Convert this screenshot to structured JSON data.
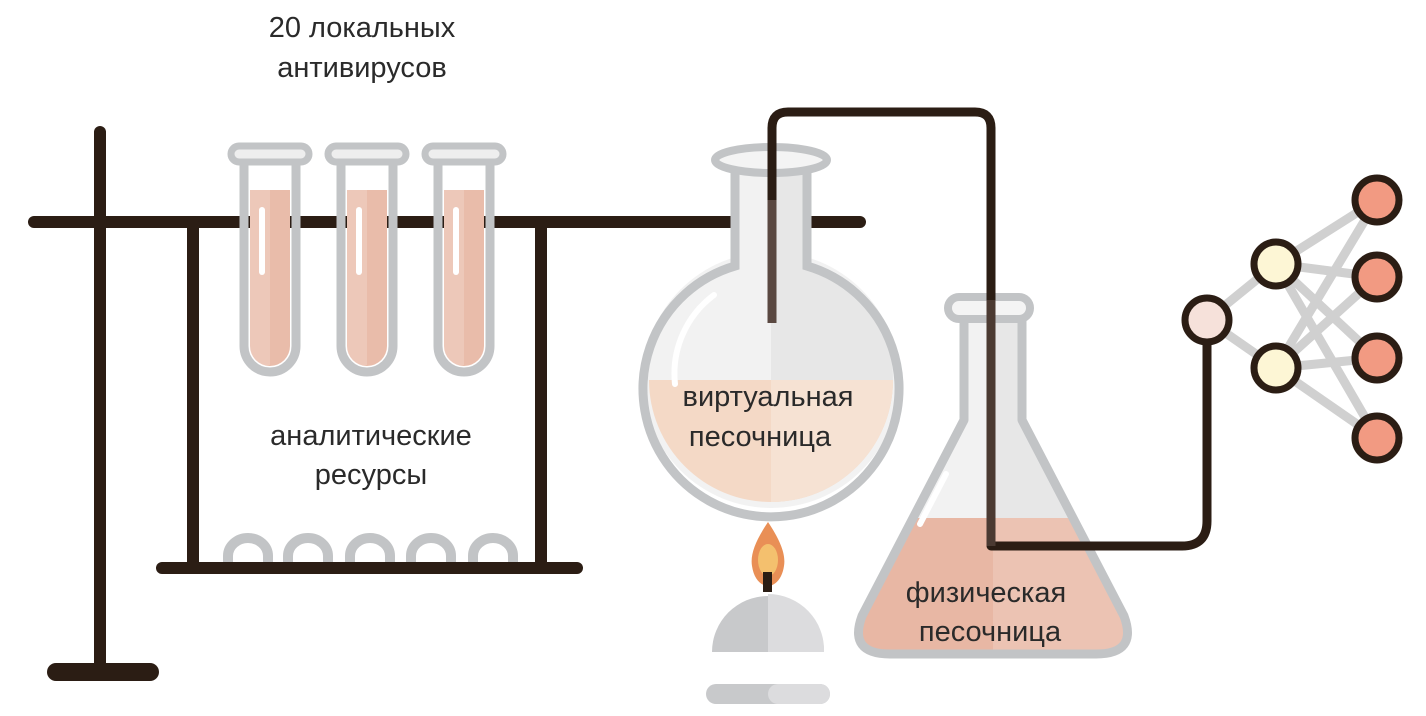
{
  "labels": {
    "antivirus": [
      "20 локальных",
      "антивирусов"
    ],
    "analytics": [
      "аналитические",
      "ресурсы"
    ],
    "virtual_sandbox": [
      "виртуальная",
      "песочница"
    ],
    "physical_sandbox": [
      "физическая",
      "песочница"
    ]
  },
  "colors": {
    "stand": "#2b1d14",
    "glass": "#c2c4c6",
    "glass_light": "#eeeeee",
    "liquid_tube": "#e9bcaa",
    "liquid_virtual": "#f4d9c6",
    "liquid_physical": "#e8b7a4",
    "flame_outer": "#e98f56",
    "flame_inner": "#f4c06e",
    "burner": "#c8c9cb",
    "node_input": "#f6e1da",
    "node_hidden": "#fdf6d5",
    "node_output": "#f29a82",
    "edge": "#d0d0d0"
  },
  "icons": [
    "lab-stand-icon",
    "test-tube-icon",
    "round-flask-icon",
    "erlenmeyer-flask-icon",
    "burner-icon",
    "neural-network-icon"
  ]
}
